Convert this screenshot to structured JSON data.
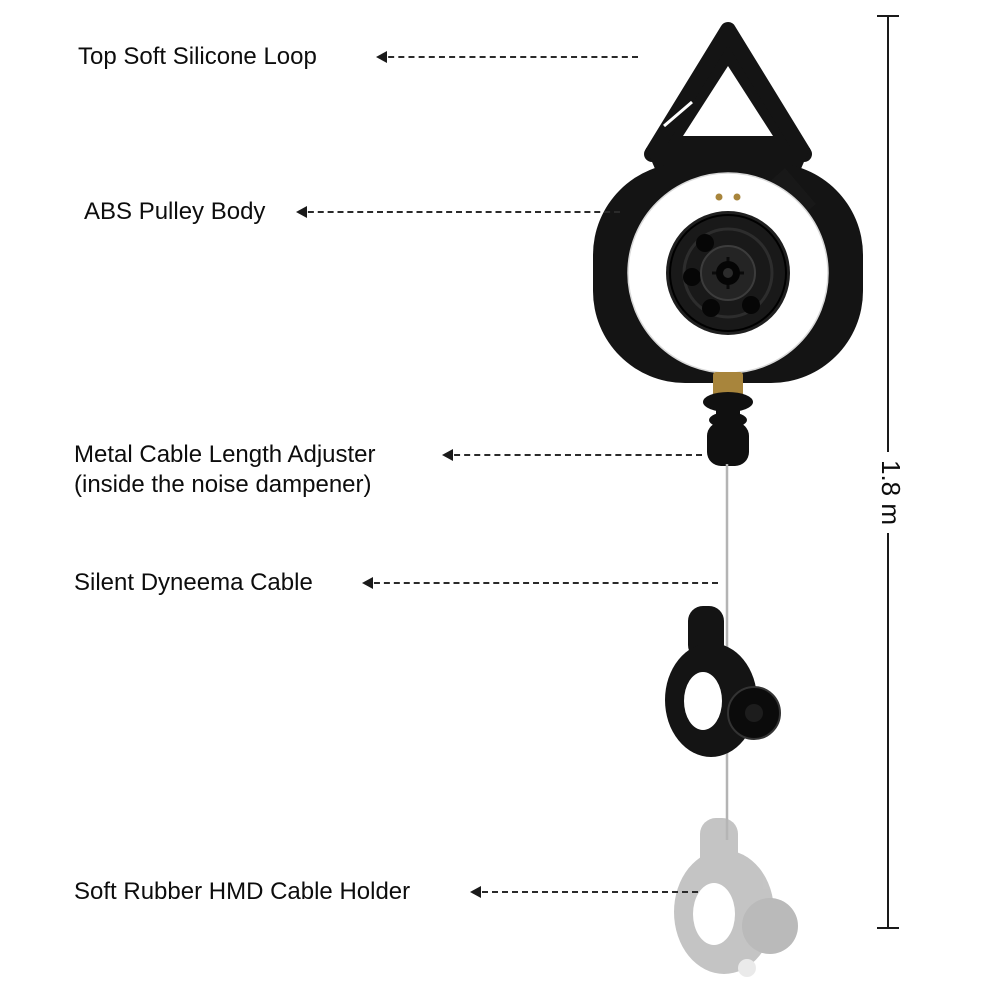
{
  "labels": [
    {
      "id": "top-soft-silicone-loop",
      "text": "Top Soft Silicone Loop"
    },
    {
      "id": "abs-pulley-body",
      "text": "ABS Pulley Body"
    },
    {
      "id": "metal-cable-length-adjuster",
      "text": "Metal Cable Length Adjuster",
      "subtext": "(inside the noise dampener)"
    },
    {
      "id": "silent-dyneema-cable",
      "text": "Silent Dyneema Cable"
    },
    {
      "id": "soft-rubber-hmd-cable-holder",
      "text": "Soft Rubber HMD Cable Holder"
    }
  ],
  "dimension": {
    "label": "1.8 m"
  },
  "colors": {
    "ink": "#141414",
    "brass": "#a8853c",
    "ghost": "#b6b6b6",
    "cable": "#b4b4b4"
  }
}
